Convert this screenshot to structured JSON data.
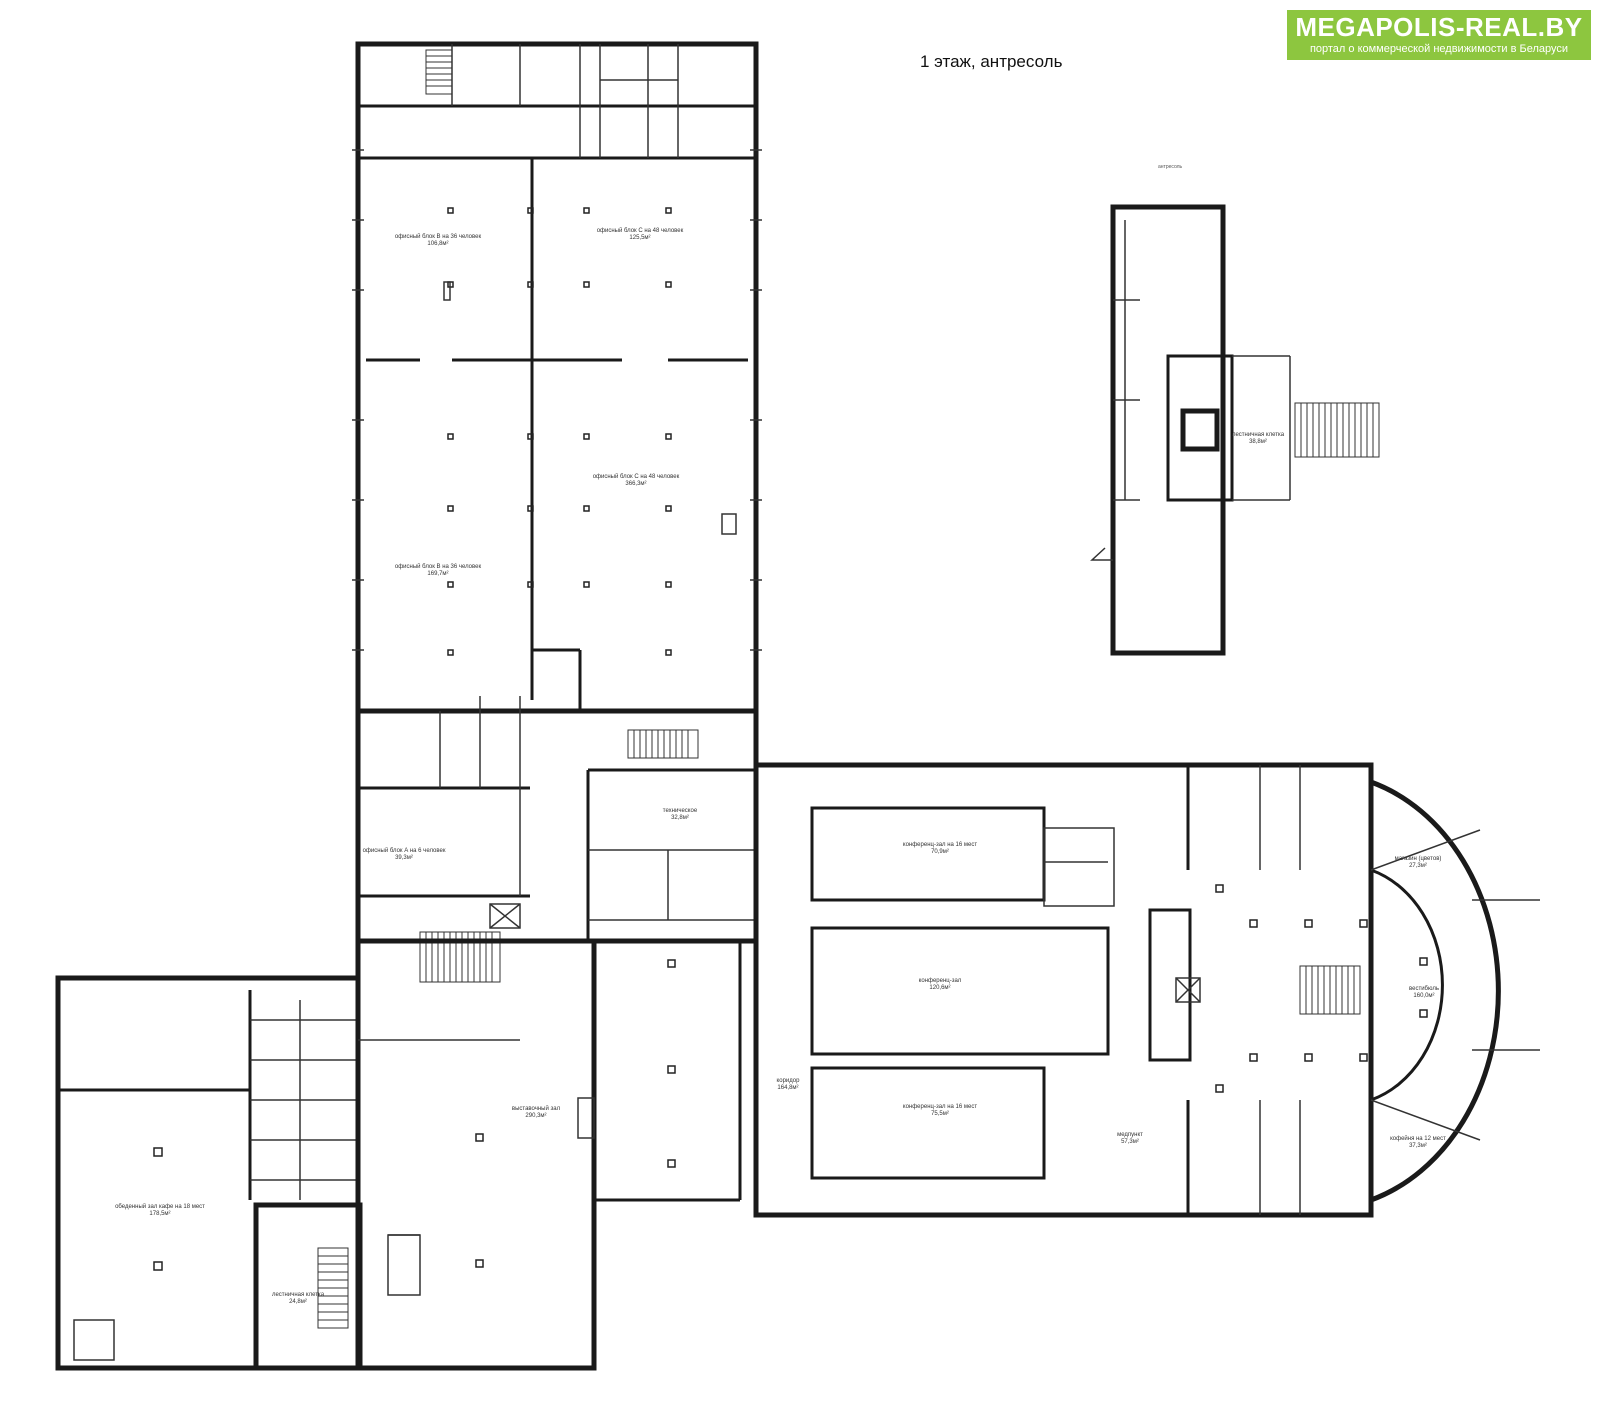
{
  "header": {
    "title": "1 этаж, антресоль",
    "brand": "MEGAPOLIS-REAL.BY",
    "tagline": "портал о коммерческой недвижимости в Беларуси"
  },
  "plan": {
    "mezzanine_label": "антресоль",
    "rooms": [
      {
        "id": "r11",
        "lines": [
          "офисный блок В на 36 человек",
          "106,8м²"
        ]
      },
      {
        "id": "r16",
        "lines": [
          "офисный блок С на 48 человек",
          "125,5м²"
        ]
      },
      {
        "id": "r12",
        "lines": [
          "офисный блок С на 48 человек",
          "366,3м²"
        ]
      },
      {
        "id": "r13",
        "lines": [
          "офисный блок В на 36 человек",
          "169,7м²"
        ]
      },
      {
        "id": "r29",
        "lines": [
          "офисный блок А на 6 человек",
          "39,3м²"
        ]
      },
      {
        "id": "r51",
        "lines": [
          "выставочный зал",
          "290,3м²"
        ]
      },
      {
        "id": "r57",
        "lines": [
          "коридор",
          "164,8м²"
        ]
      },
      {
        "id": "r53",
        "lines": [
          "обеденный зал кафе на 18 мест",
          "178,5м²"
        ]
      },
      {
        "id": "r41",
        "lines": [
          "конференц-зал",
          "120,6м²"
        ]
      },
      {
        "id": "r62",
        "lines": [
          "конференц-зал на 16 мест",
          "75,5м²"
        ]
      },
      {
        "id": "r59",
        "lines": [
          "конференц-зал на 16 мест",
          "70,9м²"
        ]
      },
      {
        "id": "r70",
        "lines": [
          "вестибюль",
          "160,0м²"
        ]
      },
      {
        "id": "r71",
        "lines": [
          "магазин (цветов)",
          "27,3м²"
        ]
      },
      {
        "id": "r74",
        "lines": [
          "кофейня на 12 мест",
          "37,3м²"
        ]
      },
      {
        "id": "r1",
        "lines": [
          "лестничная клетка",
          "24,8м²"
        ]
      },
      {
        "id": "r63",
        "lines": [
          "медпункт",
          "57,3м²"
        ]
      },
      {
        "id": "r56",
        "lines": [
          "техническое",
          "32,8м²"
        ]
      },
      {
        "id": "r9",
        "lines": [
          "лестничная клетка",
          "38,8м²"
        ]
      }
    ]
  }
}
